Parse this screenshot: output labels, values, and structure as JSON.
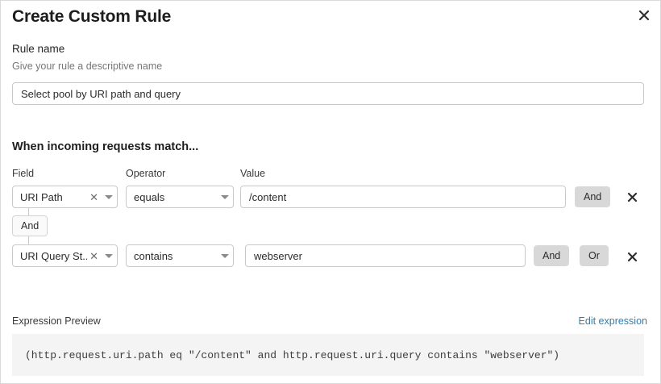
{
  "dialog": {
    "title": "Create Custom Rule",
    "close_icon": "close-icon"
  },
  "rule_name": {
    "label": "Rule name",
    "help": "Give your rule a descriptive name",
    "value": "Select pool by URI path and query",
    "placeholder": "Select pool by URI path and query"
  },
  "match_section": {
    "heading": "When incoming requests match...",
    "columns": {
      "field": "Field",
      "operator": "Operator",
      "value": "Value"
    },
    "connector": {
      "label": "And"
    },
    "rows": [
      {
        "field": "URI Path",
        "field_clear_icon": "clear-icon",
        "field_caret_icon": "chevron-down-icon",
        "operator": "equals",
        "operator_caret_icon": "chevron-down-icon",
        "value": "/content",
        "buttons": [
          "And"
        ],
        "remove_icon": "close-icon"
      },
      {
        "field": "URI Query St...",
        "field_clear_icon": "clear-icon",
        "field_caret_icon": "chevron-down-icon",
        "operator": "contains",
        "operator_caret_icon": "chevron-down-icon",
        "value": "webserver",
        "buttons": [
          "And",
          "Or"
        ],
        "remove_icon": "close-icon"
      }
    ]
  },
  "expression": {
    "label": "Expression Preview",
    "edit_link": "Edit expression",
    "text": "(http.request.uri.path eq \"/content\" and http.request.uri.query contains \"webserver\")"
  },
  "colors": {
    "link": "#2e7eb2",
    "button_bg": "#d8d8d8",
    "border": "#c9c9c9",
    "expr_bg": "#f4f4f4"
  }
}
